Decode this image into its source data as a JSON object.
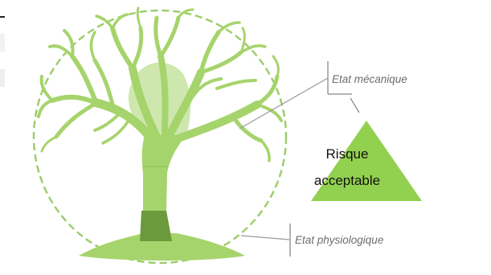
{
  "labels": {
    "mechanical_state": "Etat mécanique",
    "physiological_state": "Etat physiologique",
    "risk_line1": "Risque",
    "risk_line2": "acceptable"
  },
  "colors": {
    "tree_light": "#a6d46c",
    "tree_dark": "#6b9b3c",
    "circle_stroke": "#9ccc68",
    "triangle_fill": "#92d050",
    "connector": "#9a9a9a",
    "bracket": "#8a8a8a",
    "label_text": "#6d6d6d",
    "risk_text": "#111111"
  },
  "icons": {
    "tree": "tree-illustration",
    "triangle": "warning-triangle"
  }
}
